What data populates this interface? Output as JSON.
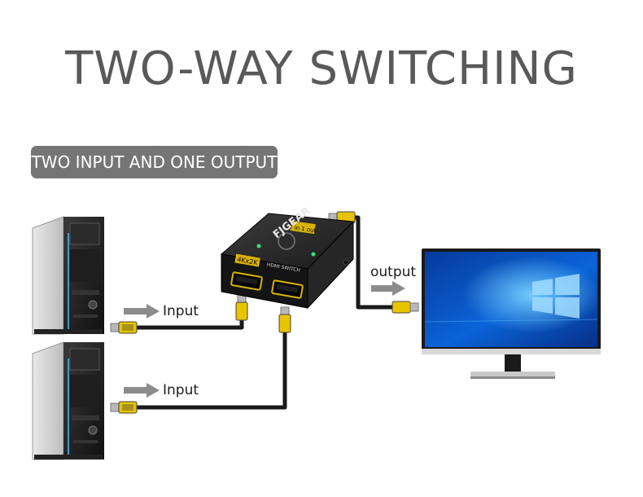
{
  "title": "TWO-WAY SWITCHING",
  "badge": "TWO INPUT AND ONE OUTPUT",
  "labels": {
    "input_top": "Input",
    "input_bottom": "Input",
    "output": "output"
  },
  "switch": {
    "brand": "FJGEAR",
    "top_label": "2 in 1 out",
    "front_res": "4Kx2K",
    "front_name": "HDMI SWITCH"
  },
  "colors": {
    "title": "#595959",
    "badge_bg": "#757575",
    "cable": "#1a1a1a",
    "connector_yellow": "#e8c400",
    "arrow": "#8c8c8c",
    "screen_blue": "#0a58c8"
  },
  "icons": [
    "pc-tower-icon",
    "monitor-icon",
    "hdmi-switch-icon",
    "hdmi-connector-icon",
    "arrow-right-icon"
  ]
}
